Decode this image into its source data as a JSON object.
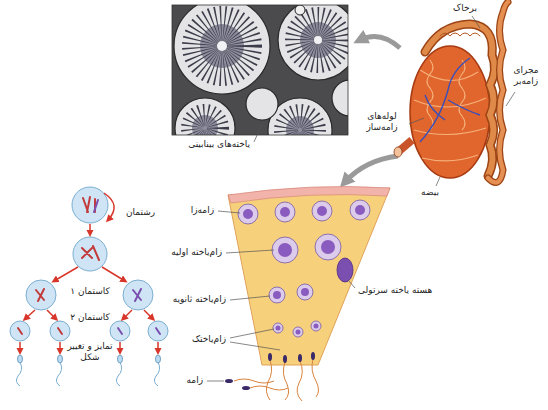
{
  "diagram": {
    "labels": [
      "برخاک",
      "مجرای زامه‌بر",
      "لوله‌های زامه‌ساز",
      "بیضه",
      "یاخته‌های بینابینی",
      "زامه‌زا",
      "زام‌یاخته اولیه",
      "هسته یاخته سرتولی",
      "زام‌یاخته ثانویه",
      "زام‌یاختک",
      "زامه",
      "رشتمان",
      "کاستمان ۱",
      "کاستمان ۲",
      "تمایز و تغییر شکل"
    ]
  }
}
